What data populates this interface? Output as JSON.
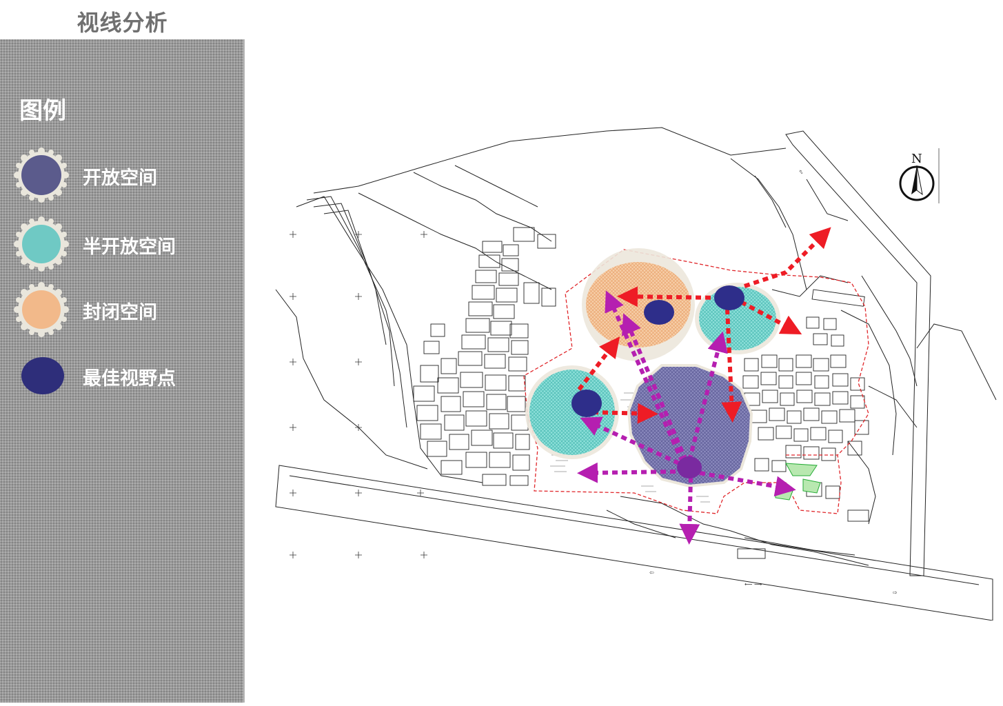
{
  "title": "视线分析",
  "legend": {
    "heading": "图例",
    "items": [
      {
        "label": "开放空间",
        "icon": "open-space-icon",
        "color": "#5b5b8c",
        "edge": "#e9e6dc"
      },
      {
        "label": "半开放空间",
        "icon": "semi-open-space-icon",
        "color": "#6fc9c4",
        "edge": "#e9e6dc"
      },
      {
        "label": "封闭空间",
        "icon": "closed-space-icon",
        "color": "#f2b98a",
        "edge": "#e9e6dc"
      },
      {
        "label": "最佳视野点",
        "icon": "best-viewpoint-icon",
        "color": "#2e2e7a"
      }
    ]
  },
  "map": {
    "north_label": "N",
    "colors": {
      "boundary": "#e0262a",
      "primary_sightline": "#ee1c25",
      "secondary_sightline": "#b51fb0",
      "viewpoint": "#2e2e8a",
      "open_space": "#6b6aa5",
      "semi_open_space": "#5fd0c8",
      "closed_space": "#f3b98b",
      "green": "#22aa33"
    }
  }
}
